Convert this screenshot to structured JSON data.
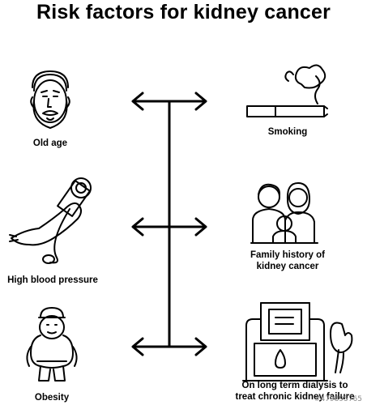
{
  "title": "Risk factors for kidney cancer",
  "factors": {
    "old_age": "Old age",
    "smoking": "Smoking",
    "high_blood_pressure": "High blood pressure",
    "family_history": "Family history of\nkidney cancer",
    "obesity": "Obesity",
    "dialysis": "On long term dialysis to\ntreat chronic kidney failure"
  },
  "watermark_id": "#479895765",
  "colors": {
    "ink": "#000000",
    "background": "#ffffff"
  }
}
